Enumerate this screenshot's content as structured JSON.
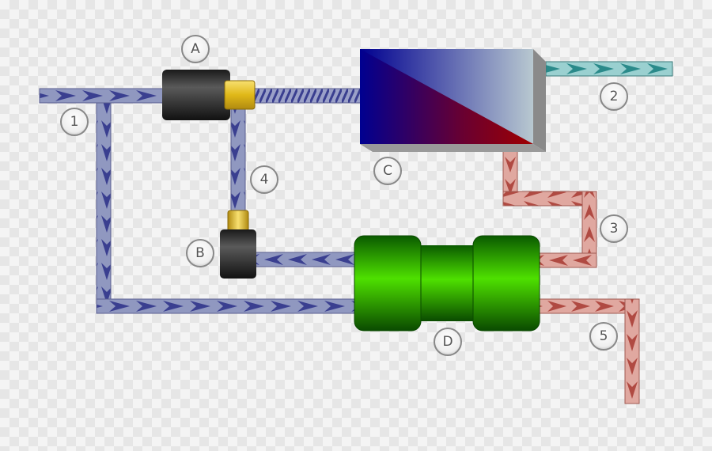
{
  "diagram": {
    "component_labels": {
      "a": "A",
      "b": "B",
      "c": "C",
      "d": "D"
    },
    "stream_labels": {
      "s1": "1",
      "s2": "2",
      "s3": "3",
      "s4": "4",
      "s5": "5"
    },
    "colors": {
      "blue_stream": "#4a4f9a",
      "teal_stream": "#2e9090",
      "red_stream": "#b85850",
      "unit_d_green": "#27b800",
      "unit_a_b_body": "#2a2a2a",
      "fitting_yellow": "#e8c828",
      "unit_c_blue": "#000088",
      "unit_c_red": "#880000"
    }
  }
}
